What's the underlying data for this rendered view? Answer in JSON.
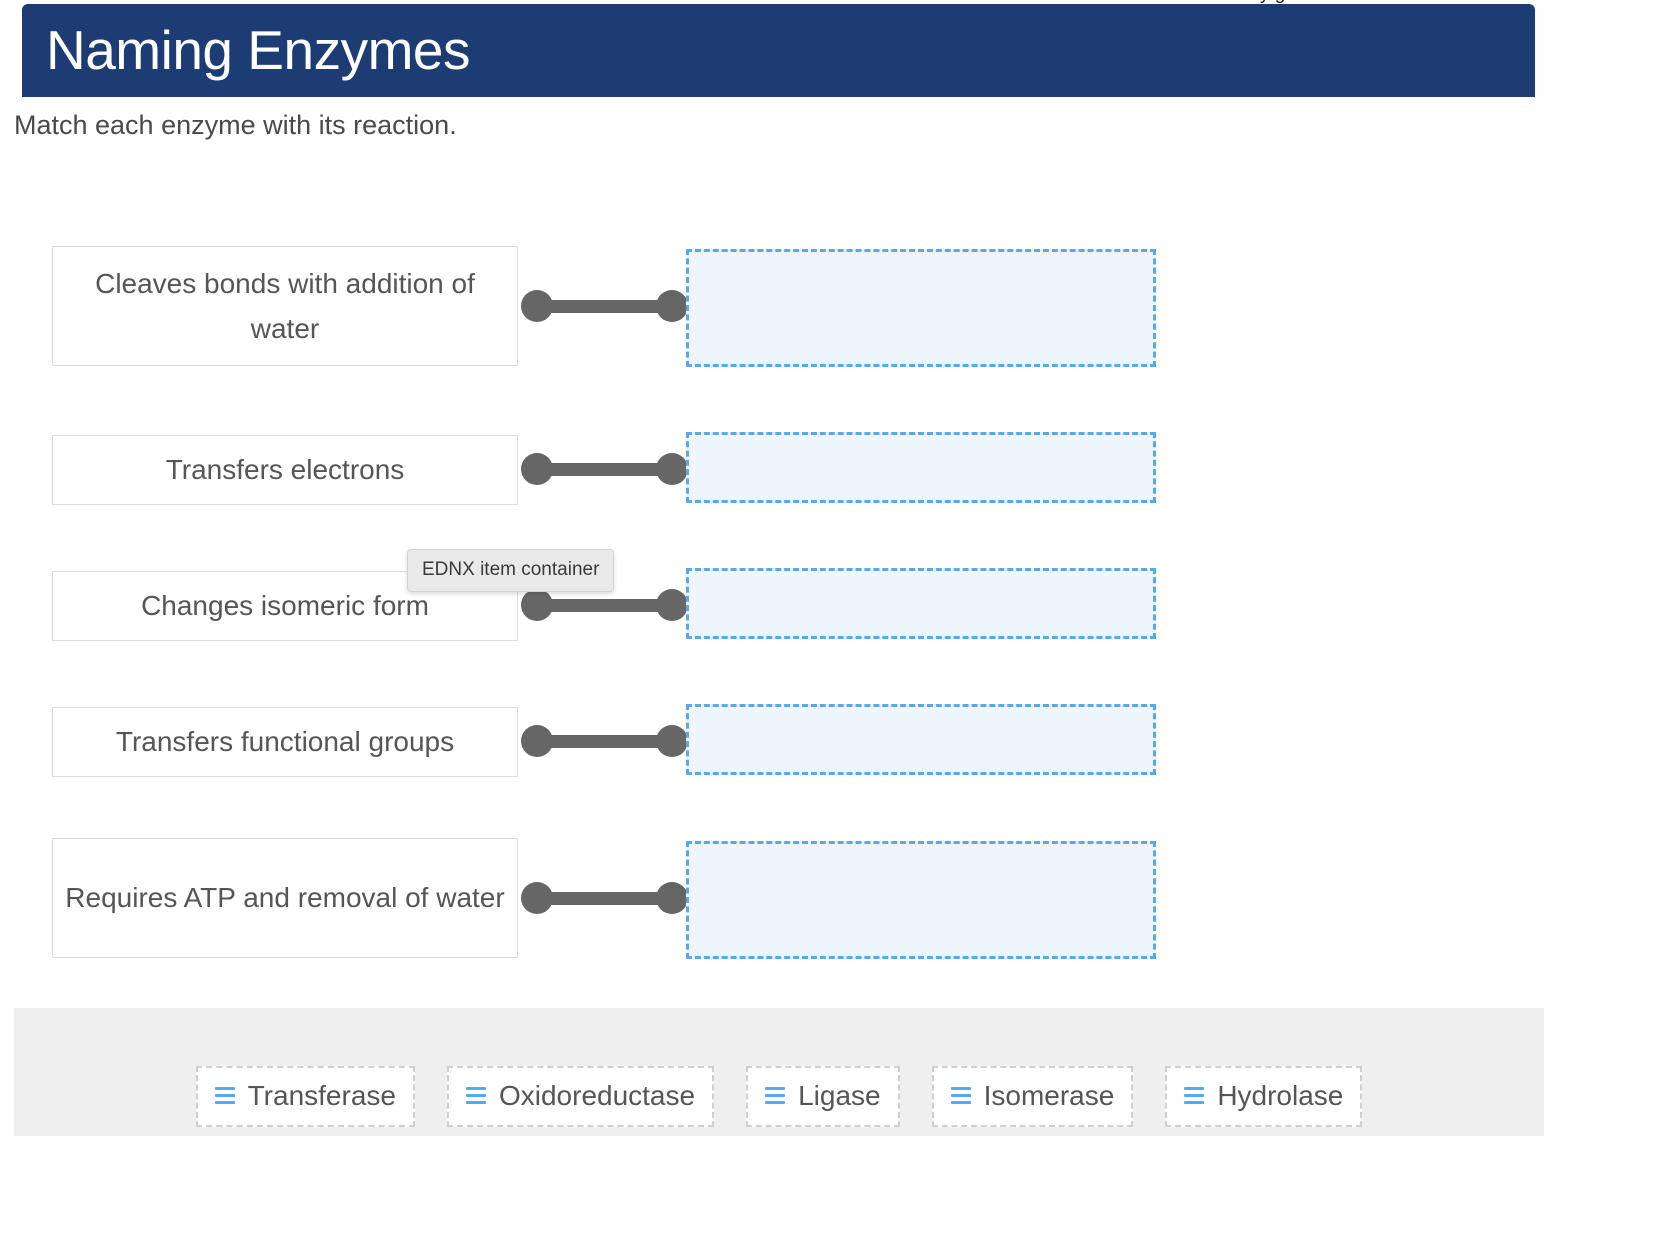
{
  "page": {
    "clipped_top_text": "y    g",
    "title": "Naming Enzymes",
    "instruction": "Match each enzyme with its reaction.",
    "accent_navy": "#1c3c73",
    "dropzone_border": "#54a9ef",
    "dropzone_fill": "#eef5fc",
    "connector_color": "#666666",
    "bank_background": "#efefef",
    "card_border": "#dcdcdc",
    "text_color": "#555555"
  },
  "tooltip": {
    "label": "EDNX item container",
    "visible": true
  },
  "rows": [
    {
      "prompt": "Cleaves bonds with addition of water",
      "dropzone_label": "",
      "dropzone_filled": false
    },
    {
      "prompt": "Transfers electrons",
      "dropzone_label": "",
      "dropzone_filled": false
    },
    {
      "prompt": "Changes isomeric form",
      "dropzone_label": "",
      "dropzone_filled": false
    },
    {
      "prompt": "Transfers functional groups",
      "dropzone_label": "",
      "dropzone_filled": false
    },
    {
      "prompt": "Requires ATP and removal of water",
      "dropzone_label": "",
      "dropzone_filled": false
    }
  ],
  "bank": {
    "items": [
      {
        "label": "Transferase",
        "icon": "drag-handle-icon"
      },
      {
        "label": "Oxidoreductase",
        "icon": "drag-handle-icon"
      },
      {
        "label": "Ligase",
        "icon": "drag-handle-icon"
      },
      {
        "label": "Isomerase",
        "icon": "drag-handle-icon"
      },
      {
        "label": "Hydrolase",
        "icon": "drag-handle-icon"
      }
    ]
  }
}
